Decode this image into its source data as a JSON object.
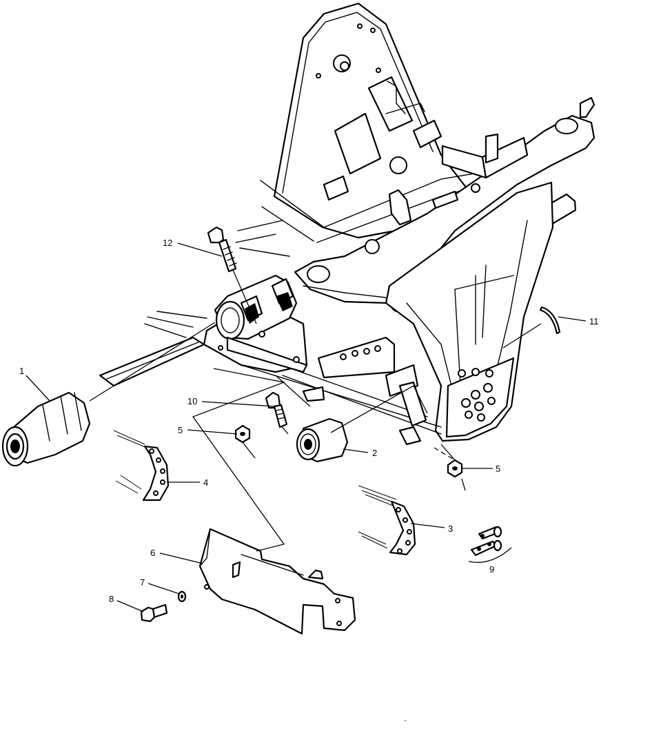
{
  "diagram": {
    "callouts": [
      {
        "id": "1",
        "label": "1"
      },
      {
        "id": "2",
        "label": "2"
      },
      {
        "id": "3",
        "label": "3"
      },
      {
        "id": "4",
        "label": "4"
      },
      {
        "id": "5a",
        "label": "5"
      },
      {
        "id": "5b",
        "label": "5"
      },
      {
        "id": "6",
        "label": "6"
      },
      {
        "id": "7",
        "label": "7"
      },
      {
        "id": "8",
        "label": "8"
      },
      {
        "id": "9",
        "label": "9"
      },
      {
        "id": "10",
        "label": "10"
      },
      {
        "id": "11",
        "label": "11"
      },
      {
        "id": "12",
        "label": "12"
      }
    ]
  }
}
